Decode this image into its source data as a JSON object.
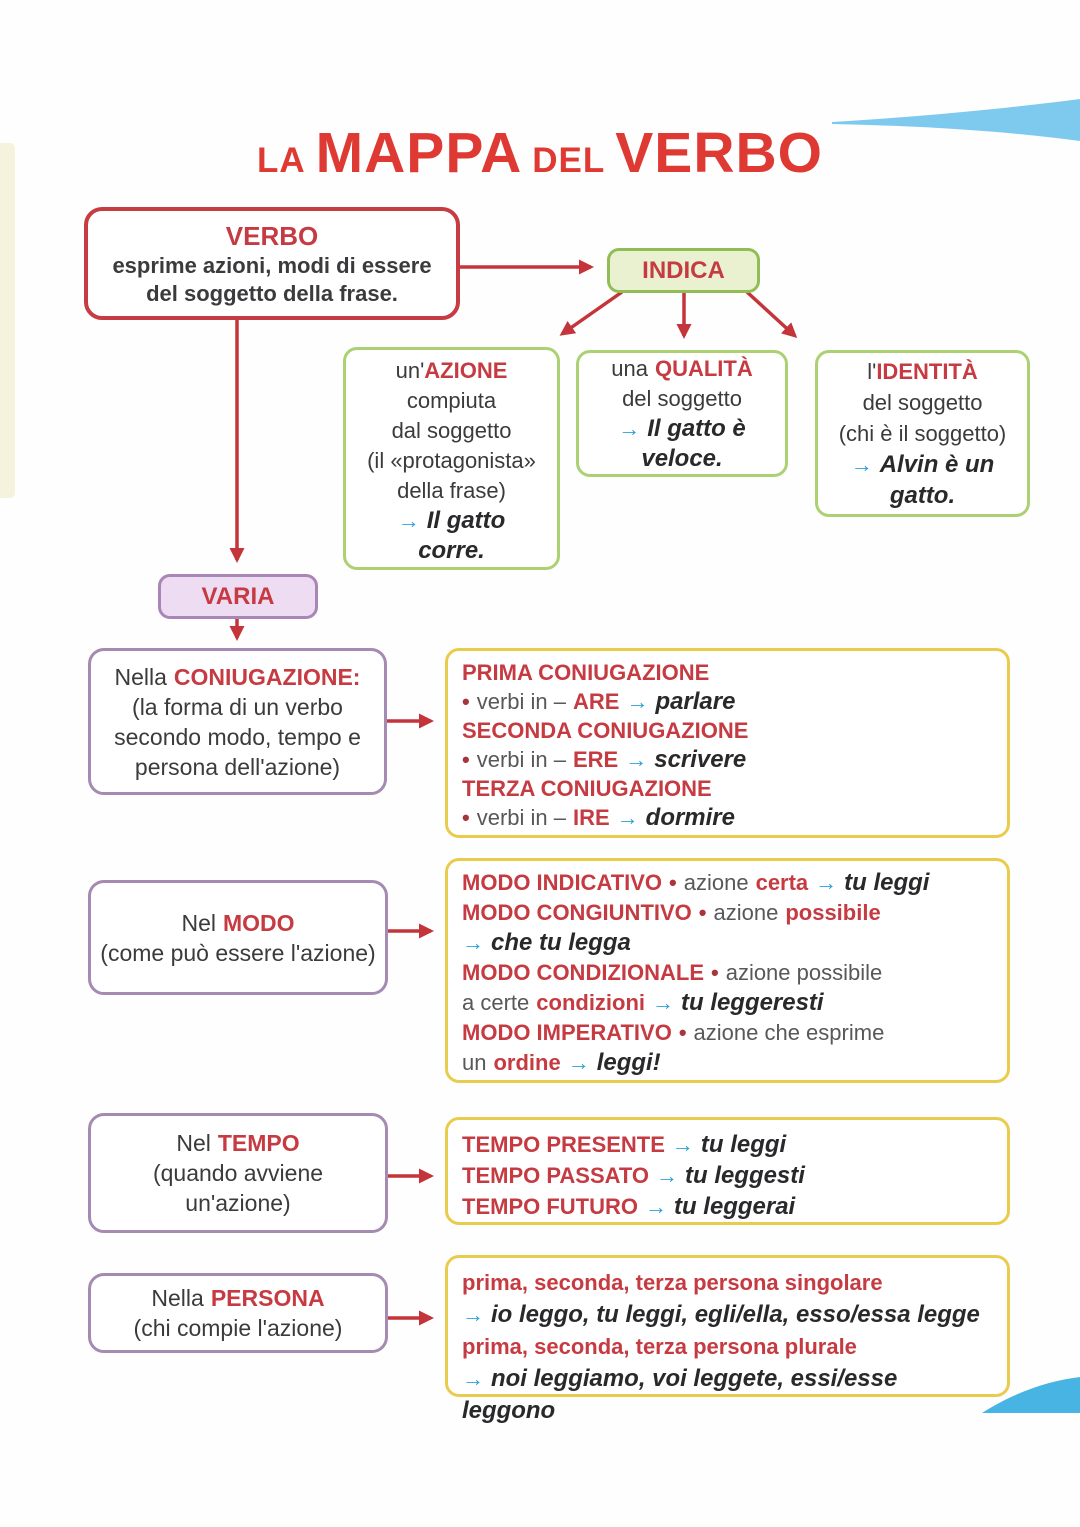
{
  "glyphs": {
    "arrow_right": "→",
    "bullet": "•"
  },
  "colors": {
    "title_red": "#de3a33",
    "accent_red": "#c63b42",
    "green_border": "#acd173",
    "green_bg": "#e9f1d1",
    "purple_border": "#a886b6",
    "purple_bg": "#eedcf2",
    "yellow_border": "#e9cc4e",
    "arrow_blue": "#2aa1d6",
    "text_dark": "#3b3b3d",
    "text_gray": "#58585a",
    "swoosh_blue": "#7ecaef",
    "wave_blue": "#47b4e4"
  },
  "title": {
    "word1": "LA",
    "word2": "MAPPA",
    "word3": "DEL",
    "word4": "VERBO"
  },
  "verbo_box": {
    "heading": "VERBO",
    "line1": "esprime azioni, modi di essere",
    "line2": "del soggetto della frase."
  },
  "indica_box": {
    "label": "INDICA"
  },
  "azione_box": {
    "intro": "un'",
    "keyword": "AZIONE",
    "line2": "compiuta",
    "line3": "dal soggetto",
    "line4": "(il «protagonista»",
    "line5": "della frase)",
    "example_line1": "Il gatto",
    "example_line2": "corre."
  },
  "qualita_box": {
    "intro": "una",
    "keyword": "QUALITÀ",
    "line2": "del soggetto",
    "example_line1": "Il gatto è",
    "example_line2": "veloce."
  },
  "identita_box": {
    "intro": "l'",
    "keyword": "IDENTITÀ",
    "line2": "del soggetto",
    "line3": "(chi è il soggetto)",
    "example_line1": "Alvin è un",
    "example_line2": "gatto."
  },
  "varia_box": {
    "label": "VARIA"
  },
  "coniugazione_box": {
    "intro": "Nella",
    "keyword": "CONIUGAZIONE:",
    "line2": "(la forma di un verbo",
    "line3": "secondo modo, tempo e",
    "line4": "persona dell'azione)"
  },
  "coniugazione_panel": {
    "rows": [
      {
        "heading": "PRIMA CONIUGAZIONE",
        "pre": "verbi in –",
        "suffix": "ARE",
        "stem": "parl",
        "ending": "are"
      },
      {
        "heading": "SECONDA CONIUGAZIONE",
        "pre": "verbi in –",
        "suffix": "ERE",
        "stem": "scriv",
        "ending": "ere"
      },
      {
        "heading": "TERZA CONIUGAZIONE",
        "pre": "verbi in –",
        "suffix": "IRE",
        "stem": "dorm",
        "ending": "ire"
      }
    ]
  },
  "modo_box": {
    "intro": "Nel",
    "keyword": "MODO",
    "line2": "(come può essere l'azione)"
  },
  "modo_panel": {
    "indicativo": {
      "heading": "MODO INDICATIVO",
      "mid": "azione",
      "key": "certa",
      "example": "tu leggi"
    },
    "congiuntivo": {
      "heading": "MODO CONGIUNTIVO",
      "mid": "azione",
      "key": "possibile",
      "example": "che tu legga"
    },
    "condizionale": {
      "heading": "MODO CONDIZIONALE",
      "mid": "azione possibile",
      "pre": "a certe",
      "key": "condizioni",
      "example": "tu leggeresti"
    },
    "imperativo": {
      "heading": "MODO IMPERATIVO",
      "mid": "azione che esprime",
      "pre": "un",
      "key": "ordine",
      "example": "leggi!"
    }
  },
  "tempo_box": {
    "intro": "Nel",
    "keyword": "TEMPO",
    "line2": "(quando avviene",
    "line3": "un'azione)"
  },
  "tempo_panel": {
    "rows": [
      {
        "heading": "TEMPO PRESENTE",
        "example": "tu leggi"
      },
      {
        "heading": "TEMPO PASSATO",
        "example": "tu leggesti"
      },
      {
        "heading": "TEMPO FUTURO",
        "example": "tu leggerai"
      }
    ]
  },
  "persona_box": {
    "intro": "Nella",
    "keyword": "PERSONA",
    "line2": "(chi compie l'azione)"
  },
  "persona_panel": {
    "singular_heading": "prima, seconda, terza persona singolare",
    "singular_example": "io leggo, tu leggi, egli/ella, esso/essa legge",
    "plural_heading": "prima, seconda, terza persona plurale",
    "plural_example": "noi leggiamo, voi leggete, essi/esse leggono"
  }
}
